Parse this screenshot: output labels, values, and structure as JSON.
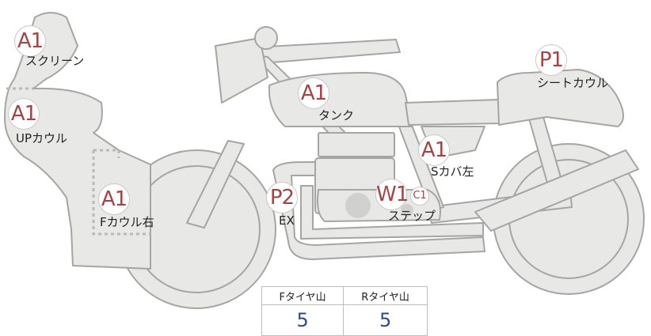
{
  "markers": [
    {
      "id": "screen",
      "code": "A1",
      "label": "スクリーン"
    },
    {
      "id": "upcowl",
      "code": "A1",
      "label": "UPカウル"
    },
    {
      "id": "fcowl-right",
      "code": "A1",
      "label": "Fカウル右"
    },
    {
      "id": "tank",
      "code": "A1",
      "label": "タンク"
    },
    {
      "id": "exhaust",
      "code": "P2",
      "label": "EX"
    },
    {
      "id": "step",
      "code": "W1",
      "code2": "C1",
      "label": "ステップ"
    },
    {
      "id": "side-cover-left",
      "code": "A1",
      "label": "Sカバ左"
    },
    {
      "id": "seat-cowl",
      "code": "P1",
      "label": "シートカウル"
    }
  ],
  "tire_table": {
    "headers": [
      "Fタイヤ山",
      "Rタイヤ山"
    ],
    "values": [
      "5",
      "5"
    ]
  },
  "colors": {
    "part_fill": "#e8e8e6",
    "part_stroke": "#a5a5a3",
    "marker_text": "#a94343",
    "value_text": "#2f4d86"
  }
}
